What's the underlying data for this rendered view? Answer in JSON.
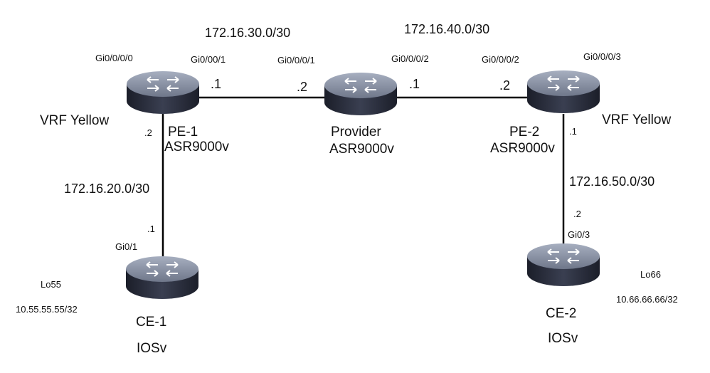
{
  "links": {
    "pe1_provider": {
      "subnet": "172.16.30.0/30",
      "left_port": "Gi0/00/1",
      "left_ip": ".1",
      "right_port": "Gi0/0/0/1",
      "right_ip": ".2"
    },
    "provider_pe2": {
      "subnet": "172.16.40.0/30",
      "left_port": "Gi0/0/0/2",
      "left_ip": ".1",
      "right_port": "Gi0/0/0/2",
      "right_ip": ".2"
    },
    "pe1_ce1": {
      "subnet": "172.16.20.0/30",
      "top_ip": ".2",
      "bottom_ip": ".1",
      "bottom_port": "Gi0/1"
    },
    "pe2_ce2": {
      "subnet": "172.16.50.0/30",
      "top_ip": ".1",
      "bottom_ip": ".2",
      "bottom_port": "Gi0/3"
    }
  },
  "routers": {
    "pe1": {
      "name": "PE-1",
      "model": "ASR9000v",
      "extra_port": "Gi0/0/0/0",
      "vrf": "VRF Yellow"
    },
    "provider": {
      "name": "Provider",
      "model": "ASR9000v"
    },
    "pe2": {
      "name": "PE-2",
      "model": "ASR9000v",
      "extra_port": "Gi0/0/0/3",
      "vrf": "VRF Yellow"
    },
    "ce1": {
      "name": "CE-1",
      "model": "IOSv",
      "loopback": "Lo55",
      "loopback_ip": "10.55.55.55/32"
    },
    "ce2": {
      "name": "CE-2",
      "model": "IOSv",
      "loopback": "Lo66",
      "loopback_ip": "10.66.66.66/32"
    }
  },
  "colors": {
    "router_top": "#8c95a8",
    "router_body": "#272b3a",
    "link": "#000000"
  },
  "icons": {
    "router": "router-icon"
  }
}
